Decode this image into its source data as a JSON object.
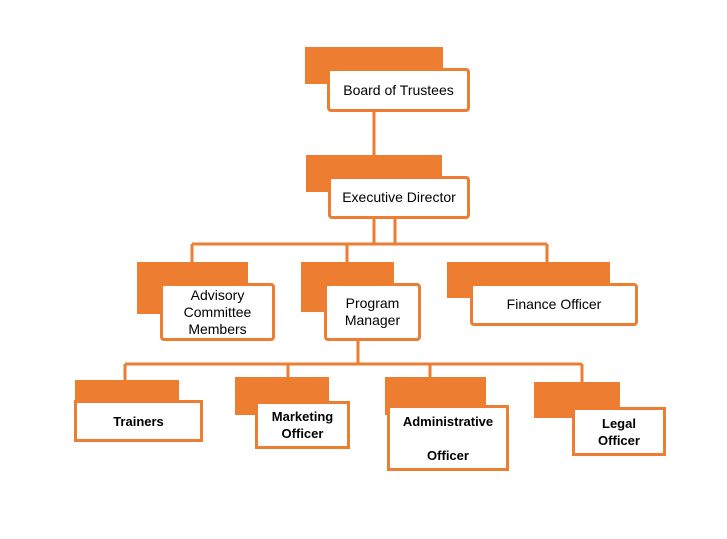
{
  "colors": {
    "accent": "#ED7D31",
    "line": "#ED7D31",
    "background": "#FFFFFF",
    "text": "#000000"
  },
  "nodes": {
    "board": "Board of Trustees",
    "executive": "Executive Director",
    "advisory": "Advisory\nCommittee\nMembers",
    "program": "Program\nManager",
    "finance": "Finance Officer",
    "trainers": "Trainers",
    "marketing": "Marketing\nOfficer",
    "administrative": "Administrative\n\nOfficer",
    "legal": "Legal\nOfficer"
  },
  "edges": [
    [
      "board",
      "executive"
    ],
    [
      "executive",
      "advisory"
    ],
    [
      "executive",
      "program"
    ],
    [
      "executive",
      "finance"
    ],
    [
      "program",
      "trainers"
    ],
    [
      "program",
      "marketing"
    ],
    [
      "program",
      "administrative"
    ],
    [
      "program",
      "legal"
    ]
  ]
}
